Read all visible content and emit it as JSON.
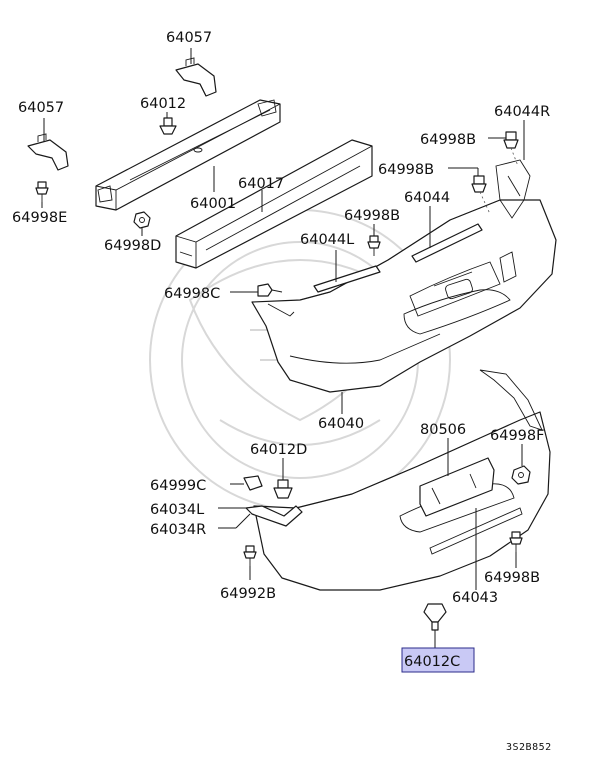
{
  "labels": {
    "p64057_top": "64057",
    "p64057_left": "64057",
    "p64012": "64012",
    "p64998E": "64998E",
    "p64001": "64001",
    "p64017": "64017",
    "p64998D": "64998D",
    "p64044R": "64044R",
    "p64998B_a": "64998B",
    "p64998B_b": "64998B",
    "p64044": "64044",
    "p64998B_c": "64998B",
    "p64044L": "64044L",
    "p64998C": "64998C",
    "p64040": "64040",
    "p80506": "80506",
    "p64998F": "64998F",
    "p64012D": "64012D",
    "p64999C": "64999C",
    "p64034L": "64034L",
    "p64034R": "64034R",
    "p64992B": "64992B",
    "p64998B_d": "64998B",
    "p64043": "64043",
    "p64012C": "64012C"
  },
  "highlight_color": "#c9c9f5",
  "diagram_code": "3S2B852"
}
